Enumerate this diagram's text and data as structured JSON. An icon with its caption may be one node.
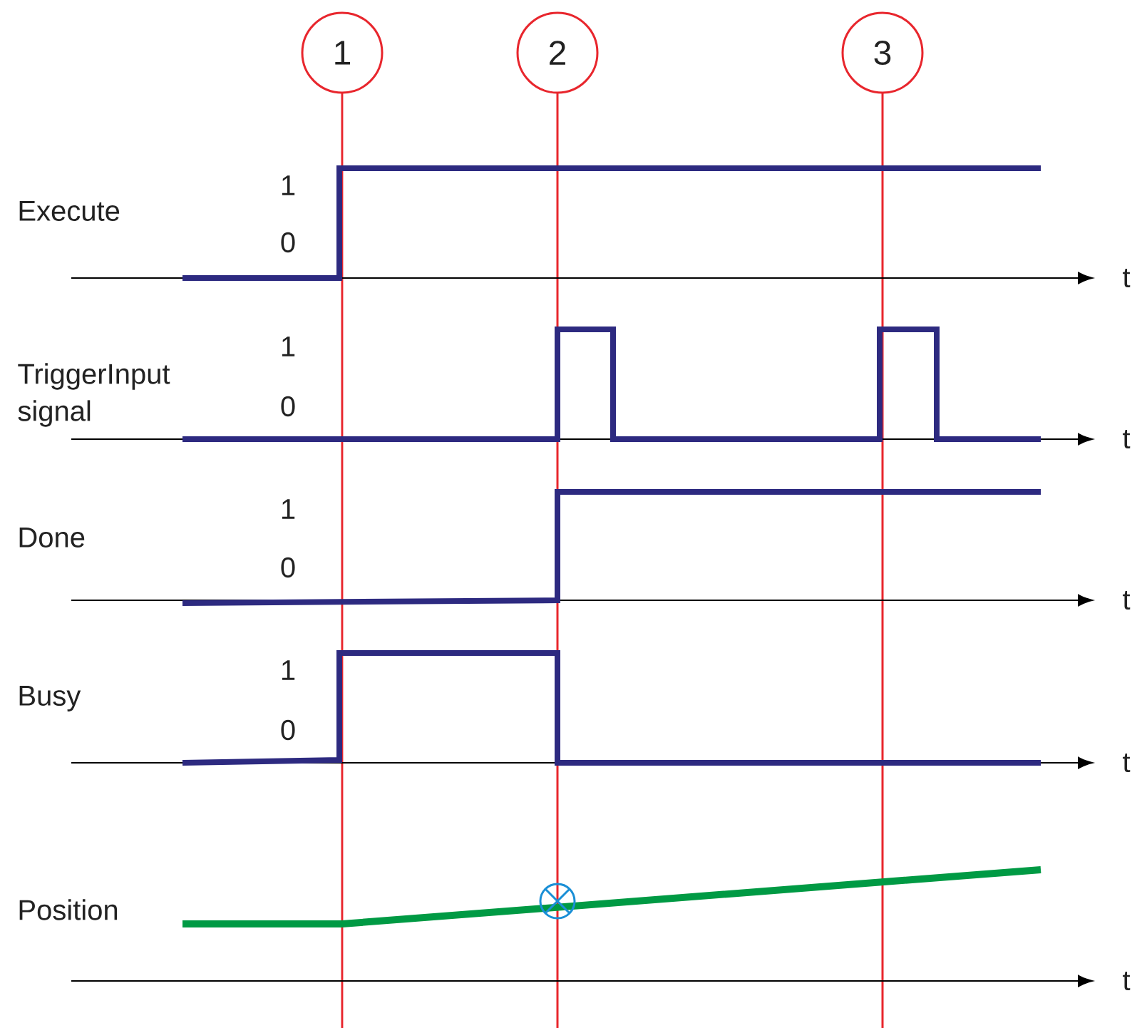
{
  "diagram": {
    "nodes": [
      {
        "text": [
          "1"
        ]
      },
      {
        "text": [
          "2"
        ]
      },
      {
        "text": [
          "3"
        ]
      }
    ],
    "labels": [
      "Execute",
      "1",
      "0",
      "t",
      "TriggerInput signal",
      "1",
      "0",
      "t",
      "Done",
      "1",
      "0",
      "t",
      "Busy",
      "1",
      "0",
      "t",
      "Position",
      "t"
    ]
  }
}
